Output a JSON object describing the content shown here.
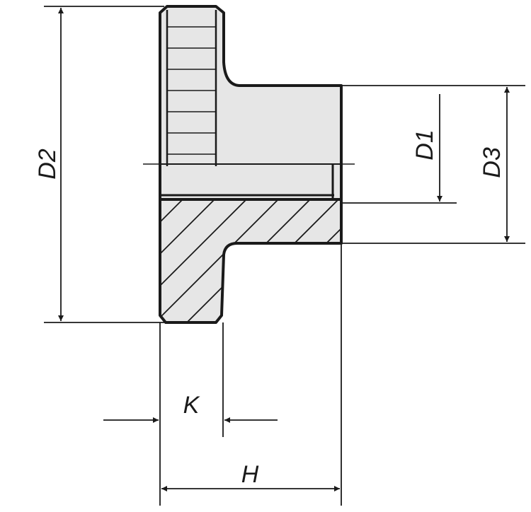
{
  "labels": {
    "d1": "D1",
    "d2": "D2",
    "d3": "D3",
    "k": "K",
    "h": "H"
  },
  "colors": {
    "line": "#1a1a1a",
    "fill": "#e6e6e6",
    "background": "#ffffff"
  }
}
